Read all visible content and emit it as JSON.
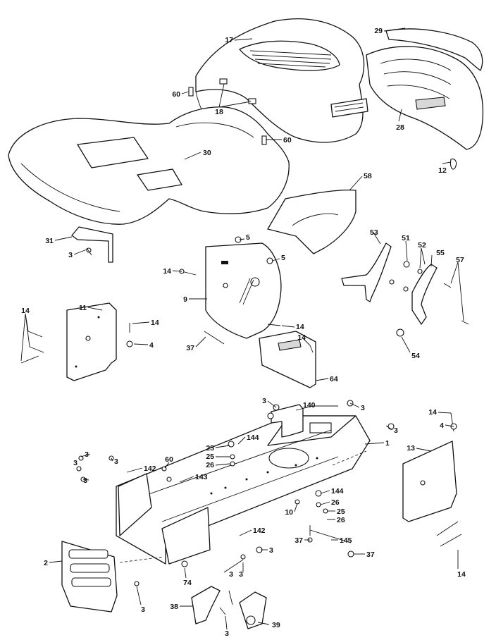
{
  "callouts": {
    "c17": "17",
    "c29": "29",
    "c60a": "60",
    "c18": "18",
    "c28": "28",
    "c60b": "60",
    "c30": "30",
    "c12": "12",
    "c58": "58",
    "c31": "31",
    "c3a": "3",
    "c5a": "5",
    "c5b": "5",
    "c53": "53",
    "c51": "51",
    "c52": "52",
    "c55": "55",
    "c57": "57",
    "c14a": "14",
    "c9": "9",
    "c11": "11",
    "c14b": "14",
    "c14c": "14",
    "c14d": "14",
    "c4a": "4",
    "c37a": "37",
    "c14e": "14",
    "c54": "54",
    "c64": "64",
    "c3b": "3",
    "c140": "140",
    "c3c": "3",
    "c3d": "3",
    "c14f": "14",
    "c4b": "4",
    "c144a": "144",
    "c1": "1",
    "c25a": "25",
    "c25b": "25",
    "c26a": "26",
    "c13": "13",
    "c3e": "3",
    "c3f": "3",
    "c60c": "60",
    "c142a": "142",
    "c3g": "3",
    "c3h": "3",
    "c143": "143",
    "c144b": "144",
    "c26b": "26",
    "c10": "10",
    "c25c": "25",
    "c26c": "26",
    "c37b": "37",
    "c145": "145",
    "c37c": "37",
    "c142b": "142",
    "c14g": "14",
    "c2": "2",
    "c3i": "3",
    "c74": "74",
    "c3j": "3",
    "c3k": "3",
    "c3l": "3",
    "c38": "38",
    "c3m": "3",
    "c39": "39"
  }
}
